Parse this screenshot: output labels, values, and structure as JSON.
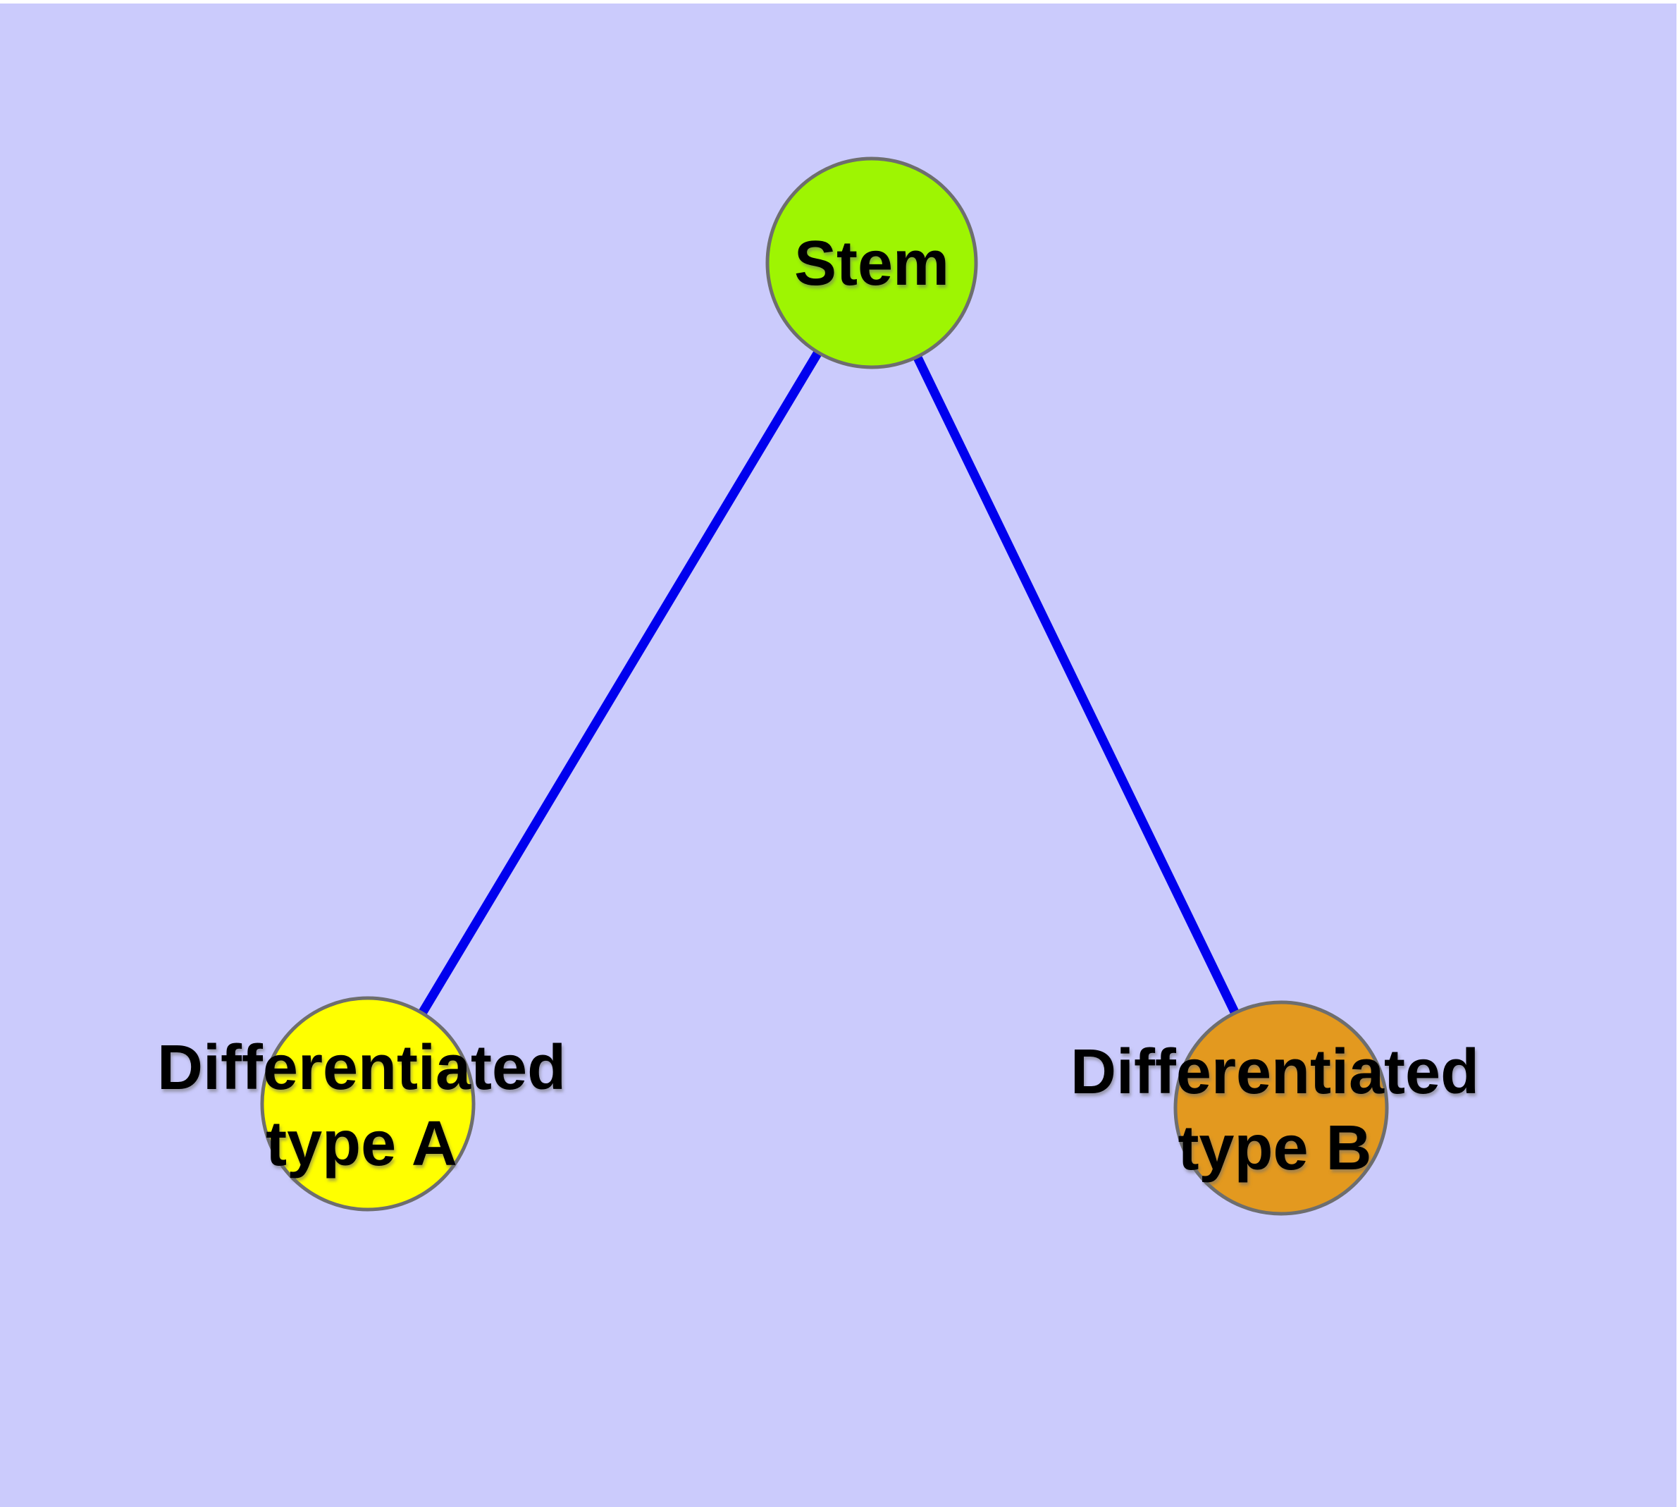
{
  "diagram": {
    "type": "graph",
    "background_color": "#CBCBFC",
    "outer_margin_color": "#FFFFFF",
    "edge_color": "#0000EE",
    "node_border_color": "#6E6E6E",
    "label_color": "#000000",
    "nodes": {
      "stem": {
        "label": "Stem",
        "fill": "#9EF502"
      },
      "type_a": {
        "label_line1": "Differentiated",
        "label_line2": "type A",
        "fill": "#FFFF00"
      },
      "type_b": {
        "label_line1": "Differentiated",
        "label_line2": "type B",
        "fill": "#E3991F"
      }
    },
    "edges": [
      {
        "from": "Stem",
        "to": "Differentiated type A"
      },
      {
        "from": "Stem",
        "to": "Differentiated type B"
      }
    ]
  }
}
